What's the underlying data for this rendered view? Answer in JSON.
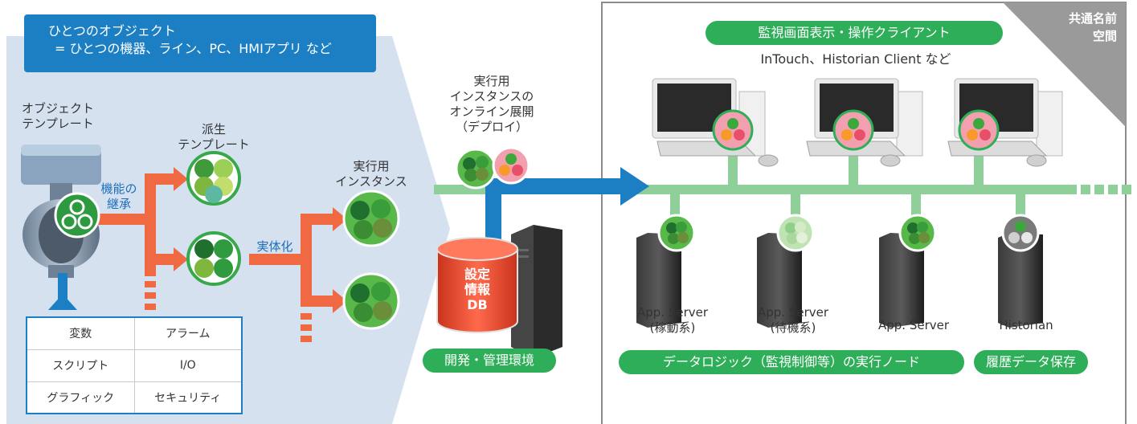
{
  "object_box": {
    "line1": "ひとつのオブジェクト",
    "line2": "= ひとつの機器、ライン、PC、HMIアプリ など"
  },
  "object_template": {
    "line1": "オブジェクト",
    "line2": "テンプレート"
  },
  "inheritance": {
    "line1": "機能の",
    "line2": "継承"
  },
  "derived_template": {
    "line1": "派生",
    "line2": "テンプレート"
  },
  "instantiate": "実体化",
  "runtime_instance": {
    "line1": "実行用",
    "line2": "インスタンス"
  },
  "deploy": {
    "line1": "実行用",
    "line2": "インスタンスの",
    "line3": "オンライン展開",
    "line4": "（デプロイ）"
  },
  "db": {
    "line1": "設定",
    "line2": "情報",
    "line3": "DB"
  },
  "dev_env_label": "開発・管理環境",
  "attributes": {
    "rows": [
      [
        "変数",
        "アラーム"
      ],
      [
        "スクリプト",
        "I/O"
      ],
      [
        "グラフィック",
        "セキュリティ"
      ]
    ]
  },
  "namespace": {
    "line1": "共通名前",
    "line2": "空間"
  },
  "client_label": "監視画面表示・操作クライアント",
  "client_examples": "InTouch、Historian Client など",
  "servers": [
    {
      "line1": "App. Server",
      "line2": "(稼動系)"
    },
    {
      "line1": "App. Server",
      "line2": "(待機系)"
    },
    {
      "line1": "App. Server",
      "line2": ""
    },
    {
      "line1": "Historian",
      "line2": ""
    }
  ],
  "execution_node_label": "データロジック（監視制御等）の実行ノード",
  "history_label": "履歴データ保存",
  "colors": {
    "accent_blue": "#1c7fc4",
    "panel_blue": "#d6e1f0",
    "arrow_orange": "#ef6a43",
    "network_green": "#8fcf9a",
    "label_green": "#2fae59",
    "db_red": "#e94a2f",
    "namespace_gray": "#999999"
  },
  "icons": [
    "valve-icon",
    "monitor-pc-icon",
    "server-tower-icon",
    "database-icon",
    "object-circle-icon"
  ]
}
